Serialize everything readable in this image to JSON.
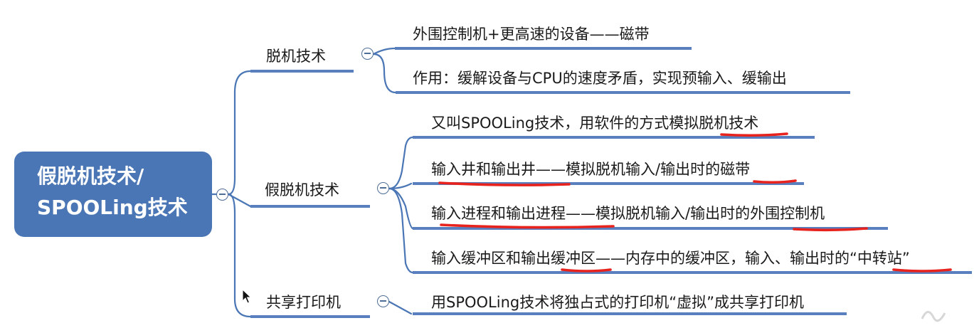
{
  "root": {
    "line1": "假脱机技术/",
    "line2": "SPOOLing技术"
  },
  "branches": [
    {
      "label": "脱机技术",
      "items": [
        "外围控制机+更高速的设备——磁带",
        "作用：缓解设备与CPU的速度矛盾，实现预输入、缓输出"
      ]
    },
    {
      "label": "假脱机技术",
      "items": [
        "又叫SPOOLing技术，用软件的方式模拟脱机技术",
        "输入井和输出井——模拟脱机输入/输出时的磁带",
        "输入进程和输出进程——模拟脱机输入/输出时的外围控制机",
        "输入缓冲区和输出缓冲区——内存中的缓冲区，输入、输出时的“中转站”"
      ]
    },
    {
      "label": "共享打印机",
      "items": [
        "用SPOOLing技术将独占式的打印机“虚拟”成共享打印机"
      ]
    }
  ],
  "colors": {
    "root_fill": "#4a76b5",
    "connector": "#4a76b5",
    "underline": "#5a7fbf",
    "highlight": "#e8231e"
  },
  "icons": {
    "collapse": "minus-circle-icon",
    "pointer": "mouse-pointer-icon"
  }
}
